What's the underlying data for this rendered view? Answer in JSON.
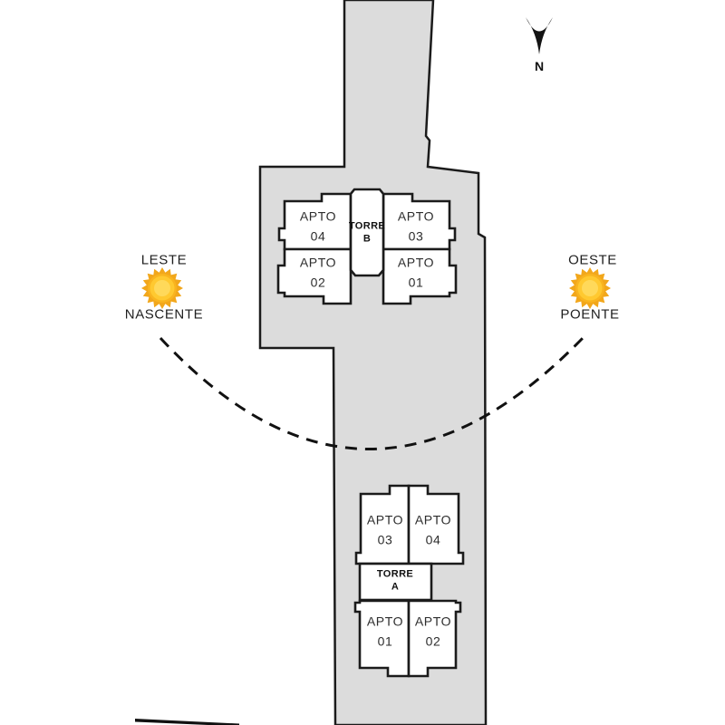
{
  "compass": {
    "label": "N"
  },
  "orientation": {
    "east": {
      "direction_label": "LESTE",
      "sun_label": "NASCENTE"
    },
    "west": {
      "direction_label": "OESTE",
      "sun_label": "POENTE"
    }
  },
  "towers": {
    "torre_b": {
      "name_line1": "TORRE",
      "name_line2": "B",
      "units": [
        {
          "line1": "APTO",
          "line2": "04",
          "position": "top-left"
        },
        {
          "line1": "APTO",
          "line2": "03",
          "position": "top-right"
        },
        {
          "line1": "APTO",
          "line2": "02",
          "position": "bottom-left"
        },
        {
          "line1": "APTO",
          "line2": "01",
          "position": "bottom-right"
        }
      ]
    },
    "torre_a": {
      "name_line1": "TORRE",
      "name_line2": "A",
      "units": [
        {
          "line1": "APTO",
          "line2": "03",
          "position": "top-left"
        },
        {
          "line1": "APTO",
          "line2": "04",
          "position": "top-right"
        },
        {
          "line1": "APTO",
          "line2": "01",
          "position": "bottom-left"
        },
        {
          "line1": "APTO",
          "line2": "02",
          "position": "bottom-right"
        }
      ]
    }
  },
  "colors": {
    "background": "#ffffff",
    "parcel_fill": "#dcdcdc",
    "outline": "#1b1b1b",
    "unit_fill": "#ffffff",
    "text": "#1f1f1f",
    "sun_ray": "#f2a71b",
    "sun_disc_rim": "#f9b41f",
    "sun_disc": "#ffc930",
    "sun_disc_center": "#ffd95a"
  }
}
